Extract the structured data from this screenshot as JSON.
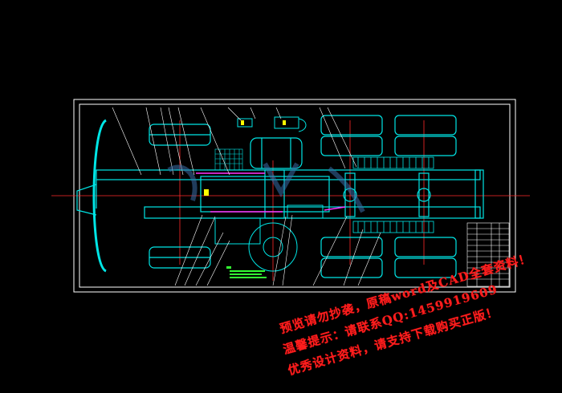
{
  "colors": {
    "background": "#000000",
    "frame": "#ffffff",
    "outline": "#00e5e5",
    "red": "#ff2a2a",
    "magenta": "#ff33ff",
    "yellow": "#ffff00",
    "green": "#33ff33",
    "watermark": "#ff1e1e"
  },
  "watermark": {
    "line1": "预览请勿抄袭，原稿word及CAD全套资料！",
    "line2": "温馨提示：请联系QQ:1459919609",
    "line3": "优秀设计资料，请支持下载购买正版！"
  }
}
